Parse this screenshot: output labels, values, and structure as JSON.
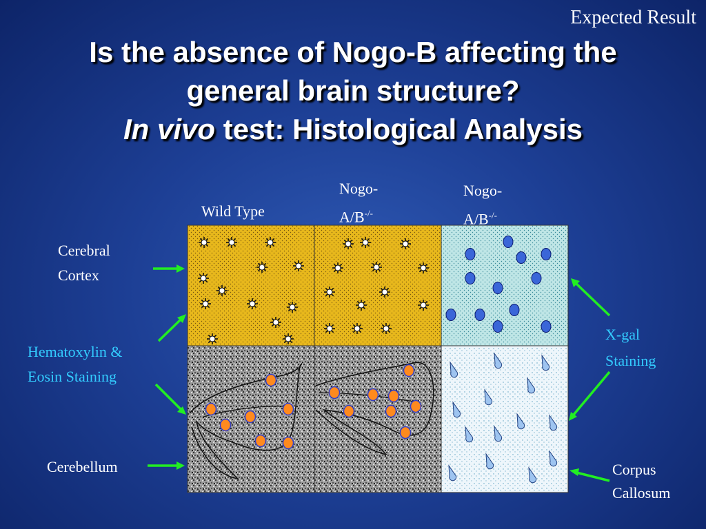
{
  "header": {
    "expected_result": "Expected Result",
    "title_line1": "Is the absence of Nogo-B affecting the",
    "title_line2": "general brain structure?",
    "title_line3_italic": "In vivo",
    "title_line3_rest": " test: Histological Analysis"
  },
  "columns": {
    "col1": "Wild Type",
    "col2_line1": "Nogo-",
    "col2_line2": "A/B",
    "col2_sup": "-/-",
    "col3_line1": "Nogo-",
    "col3_line2": "A/B",
    "col3_sup": "-/-"
  },
  "labels": {
    "cerebral_line1": "Cerebral",
    "cerebral_line2": "Cortex",
    "he_line1": "Hematoxylin &",
    "he_line2": "Eosin Staining",
    "cerebellum": "Cerebellum",
    "xgal_line1": "X-gal",
    "xgal_line2": "Staining",
    "cc_line1": "Corpus",
    "cc_line2": "Callosum"
  },
  "colors": {
    "background": "#1d3f95",
    "cortex_fill": "#e8b81c",
    "xgal_cortex_fill": "#bfe6e6",
    "cerebellum_fill": "#9a9a9a",
    "xgal_cerebellum_fill": "#eef6fb",
    "arrow_green": "#22ee22",
    "label_cyan": "#33ccff",
    "cell_orange": "#ff8a1e",
    "cell_blue": "#3a66d8"
  }
}
